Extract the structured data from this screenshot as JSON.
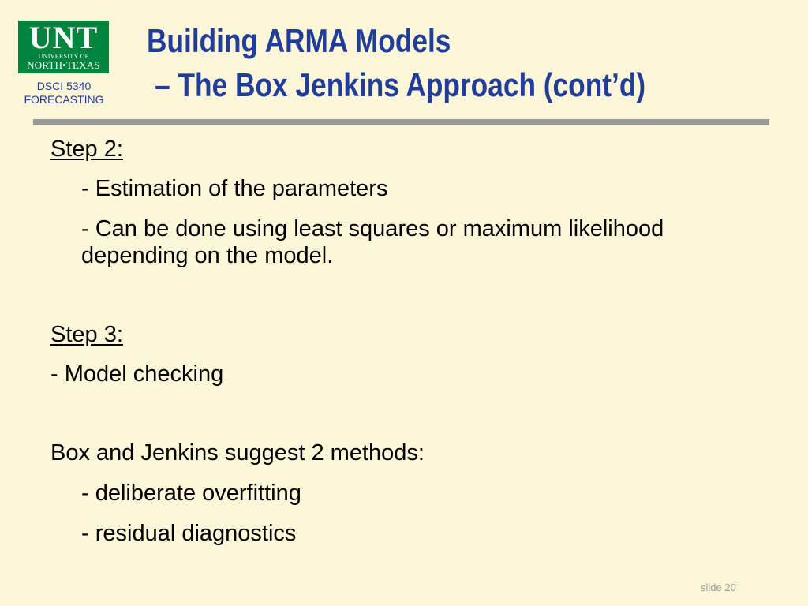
{
  "logo": {
    "unt": "UNT",
    "university_of": "UNIVERSITY OF",
    "north_texas": "NORTH•TEXAS"
  },
  "course": {
    "code": "DSCI 5340",
    "name": "FORECASTING"
  },
  "title": {
    "line1": "Building ARMA Models",
    "line2": "– The Box Jenkins Approach (cont’d)"
  },
  "colors": {
    "background": "#fdf6d8",
    "title": "#1f3d99",
    "logo_green": "#00853e",
    "divider": "#9a9a9a"
  },
  "body": {
    "step2_heading": "Step 2:",
    "step2_item1": "- Estimation of the parameters",
    "step2_item2": "- Can be done using least squares or maximum likelihood depending on the model.",
    "step3_heading": "Step 3:",
    "step3_item1": "- Model checking",
    "methods_intro": "Box and Jenkins suggest 2 methods:",
    "method1": "- deliberate overfitting",
    "method2": "- residual diagnostics"
  },
  "footer": {
    "slide_number": "slide 20"
  }
}
